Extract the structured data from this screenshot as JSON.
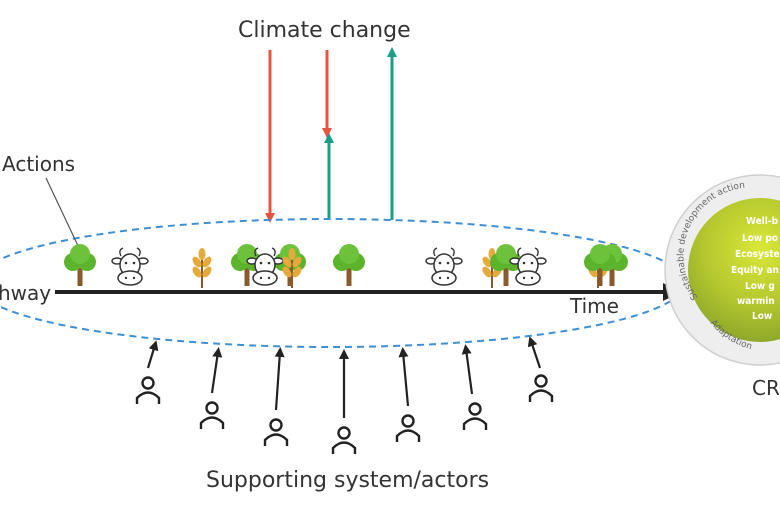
{
  "title": "Climate change",
  "labels": {
    "actions": "Actions",
    "pathway": "hway",
    "time": "Time",
    "supporting": "Supporting system/actors",
    "cr": "CR"
  },
  "circle": {
    "outer_ring": "Sustainable development action",
    "bottom_ring": "Adaptation",
    "lines": [
      "Well-b",
      "Low po",
      "Ecosysten",
      "Equity an",
      "Low g",
      "warmin",
      "Low"
    ]
  },
  "icons": {
    "sequence": [
      "tree",
      "cow",
      "wheat",
      "tree",
      "tree",
      "cow",
      "wheat",
      "tree",
      "cow",
      "wheat",
      "tree",
      "cow",
      "wheat",
      "tree",
      "tree"
    ],
    "actor": "person-icon"
  },
  "colors": {
    "negative_arrow": "#e8553e",
    "positive_arrow": "#1a9e87",
    "ellipse": "#3d8fd6",
    "timeline": "#222222",
    "tree": "#5cb42c",
    "wheat": "#e6a93b"
  }
}
